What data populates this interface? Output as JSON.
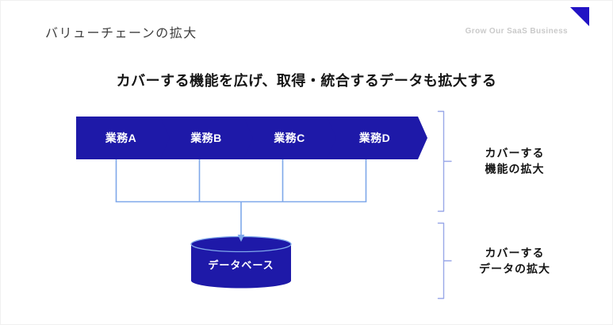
{
  "header": {
    "title": "バリューチェーンの拡大",
    "watermark": "Grow Our SaaS Business"
  },
  "heading": "カバーする機能を広げ、取得・統合するデータも拡大する",
  "process": {
    "arrows": [
      {
        "label": "業務A"
      },
      {
        "label": "業務B"
      },
      {
        "label": "業務C"
      },
      {
        "label": "業務D"
      }
    ]
  },
  "database": {
    "label": "データベース"
  },
  "annotations": [
    {
      "line1": "カバーする",
      "line2": "機能の拡大"
    },
    {
      "line1": "カバーする",
      "line2": "データの拡大"
    }
  ],
  "colors": {
    "shape_blue": "#1e19a8",
    "accent_triangle_blue": "#2213c4",
    "connector_blue": "#7fa8ea",
    "bracket_blue": "#9aa8e8",
    "watermark_gray": "#cacaca",
    "heading_black": "#161616",
    "title_gray": "#3f3f3f"
  }
}
